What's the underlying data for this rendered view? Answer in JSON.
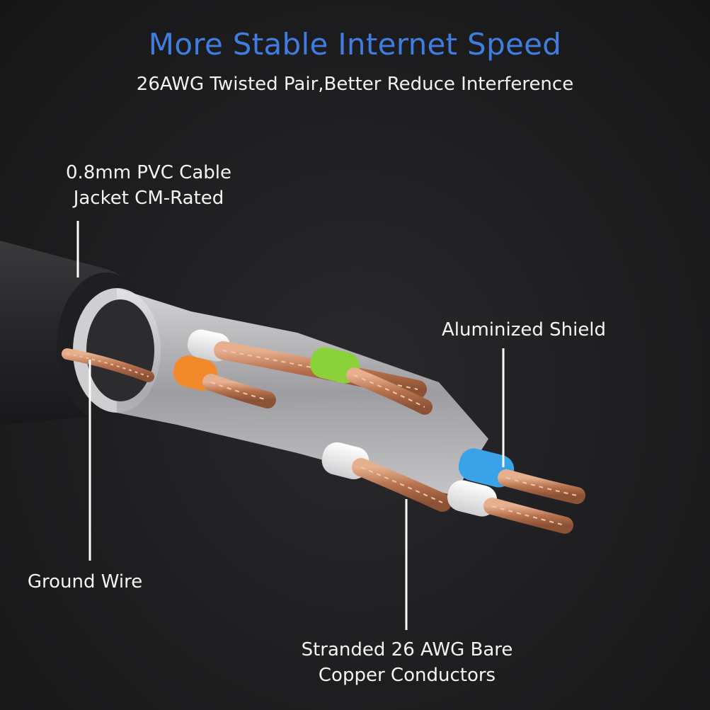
{
  "headline": {
    "title": "More Stable Internet Speed",
    "subtitle": "26AWG Twisted Pair,Better Reduce Interference"
  },
  "callouts": {
    "jacket": {
      "line1": "0.8mm PVC Cable",
      "line2": "Jacket CM-Rated"
    },
    "shield": {
      "line1": "Aluminized Shield"
    },
    "ground": {
      "line1": "Ground Wire"
    },
    "copper": {
      "line1": "Stranded 26 AWG Bare",
      "line2": "Copper Conductors"
    }
  },
  "colors": {
    "title": "#3f7de0",
    "text": "#f4f4f4",
    "jacket": "#2b2b2d",
    "foil": "#b9b9bd",
    "copper": "#c98a66",
    "insulation_orange": "#f28a2b",
    "insulation_green": "#8ad13a",
    "insulation_blue": "#3aa3e8",
    "insulation_white": "#f3f3f3"
  }
}
